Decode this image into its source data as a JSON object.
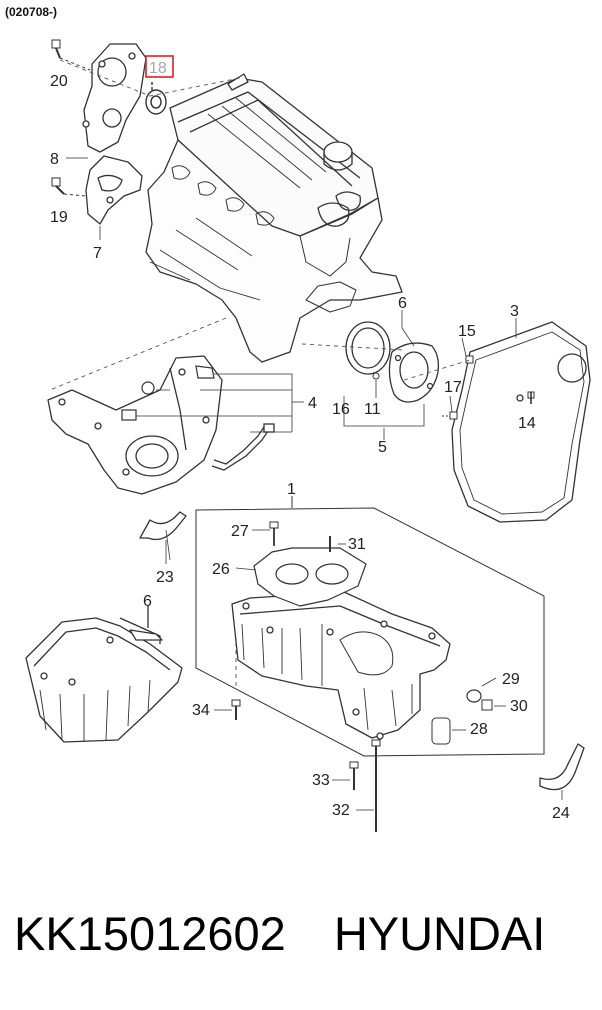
{
  "header": {
    "code": "(020708-)"
  },
  "parts": {
    "p1": "1",
    "p3": "3",
    "p4": "4",
    "p5": "5",
    "p6a": "6",
    "p6b": "6",
    "p7": "7",
    "p8": "8",
    "p11": "11",
    "p14": "14",
    "p15": "15",
    "p16": "16",
    "p17": "17",
    "p18": "18",
    "p19": "19",
    "p20": "20",
    "p23": "23",
    "p24": "24",
    "p26": "26",
    "p27": "27",
    "p28": "28",
    "p29": "29",
    "p30": "30",
    "p31": "31",
    "p32": "32",
    "p33": "33",
    "p34": "34"
  },
  "highlight": {
    "part": "18",
    "color": "#e02020"
  },
  "footer": {
    "part_number": "KK15012602",
    "brand": "HYUNDAI"
  }
}
